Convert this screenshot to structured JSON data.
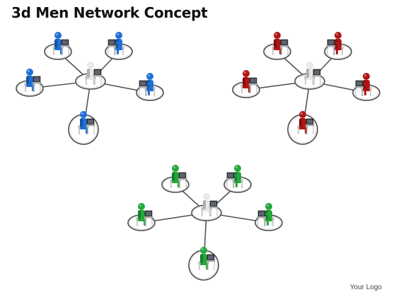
{
  "title": "3d Men Network Concept",
  "logo_text": "Your Logo",
  "colors": {
    "blue_team": "#1f6fd6",
    "red_team": "#b01515",
    "green_team": "#22a83a",
    "hub_person": "#e8e8e8",
    "ring_stroke": "#4a4a4a",
    "connector": "#555555"
  },
  "networks": [
    {
      "name": "blue-network",
      "team_color": "blue_team"
    },
    {
      "name": "red-network",
      "team_color": "red_team"
    },
    {
      "name": "green-network",
      "team_color": "green_team"
    }
  ]
}
